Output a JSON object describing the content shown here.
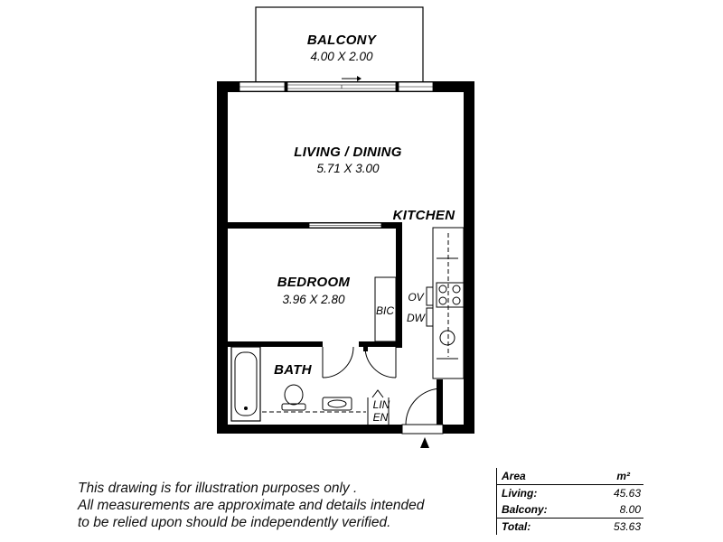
{
  "rooms": {
    "balcony": {
      "name": "BALCONY",
      "dims": "4.00 X 2.00"
    },
    "living": {
      "name": "LIVING / DINING",
      "dims": "5.71 X 3.00"
    },
    "kitchen": {
      "name": "KITCHEN"
    },
    "bedroom": {
      "name": "BEDROOM",
      "dims": "3.96 X 2.80"
    },
    "bath": {
      "name": "BATH"
    }
  },
  "fixtures": {
    "bic": "BIC",
    "ov": "OV",
    "dw": "DW",
    "linen_1": "LIN",
    "linen_2": "EN"
  },
  "disclaimer": {
    "line1": "This drawing is for illustration purposes only .",
    "line2": "All measurements are approximate and details intended",
    "line3": "to be relied upon should be independently verified."
  },
  "area_table": {
    "header_label": "Area",
    "header_unit": "m²",
    "rows": [
      {
        "label": "Living:",
        "value": "45.63"
      },
      {
        "label": "Balcony:",
        "value": "8.00"
      }
    ],
    "total_label": "Total:",
    "total_value": "53.63"
  },
  "colors": {
    "wall": "#000000",
    "background": "#ffffff"
  }
}
